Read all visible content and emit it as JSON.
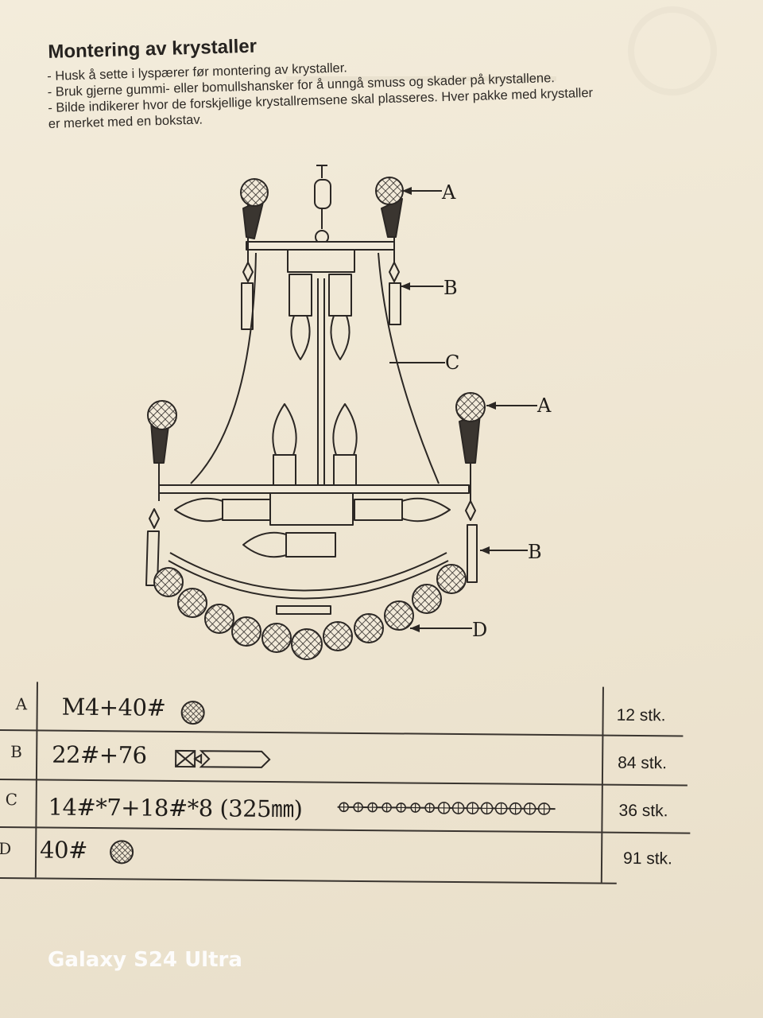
{
  "header": {
    "title": "Montering av krystaller",
    "lines": [
      "- Husk å sette i lyspærer før montering av krystaller.",
      "- Bruk gjerne gummi- eller bomullshansker for å unngå smuss og skader på krystallene.",
      "- Bilde indikerer hvor de forskjellige krystallremsene skal plasseres. Hver pakke med krystaller",
      "er merket med en bokstav."
    ]
  },
  "diagram": {
    "labels": [
      "A",
      "B",
      "C",
      "A",
      "B",
      "D"
    ]
  },
  "table": {
    "rows": [
      {
        "letter": "A",
        "code": "M4+40#",
        "qty": "12 stk.",
        "icon": "crystal-ball-icon"
      },
      {
        "letter": "B",
        "code": "22#+76",
        "qty": "84 stk.",
        "icon": "prism-strip-icon"
      },
      {
        "letter": "C",
        "code": "14#*7+18#*8 (325㎜)",
        "qty": "36 stk.",
        "icon": "bead-chain-icon"
      },
      {
        "letter": "D",
        "code": "40#",
        "qty": "91 stk.",
        "icon": "crystal-ball-icon"
      }
    ]
  },
  "watermark": "Galaxy S24 Ultra"
}
